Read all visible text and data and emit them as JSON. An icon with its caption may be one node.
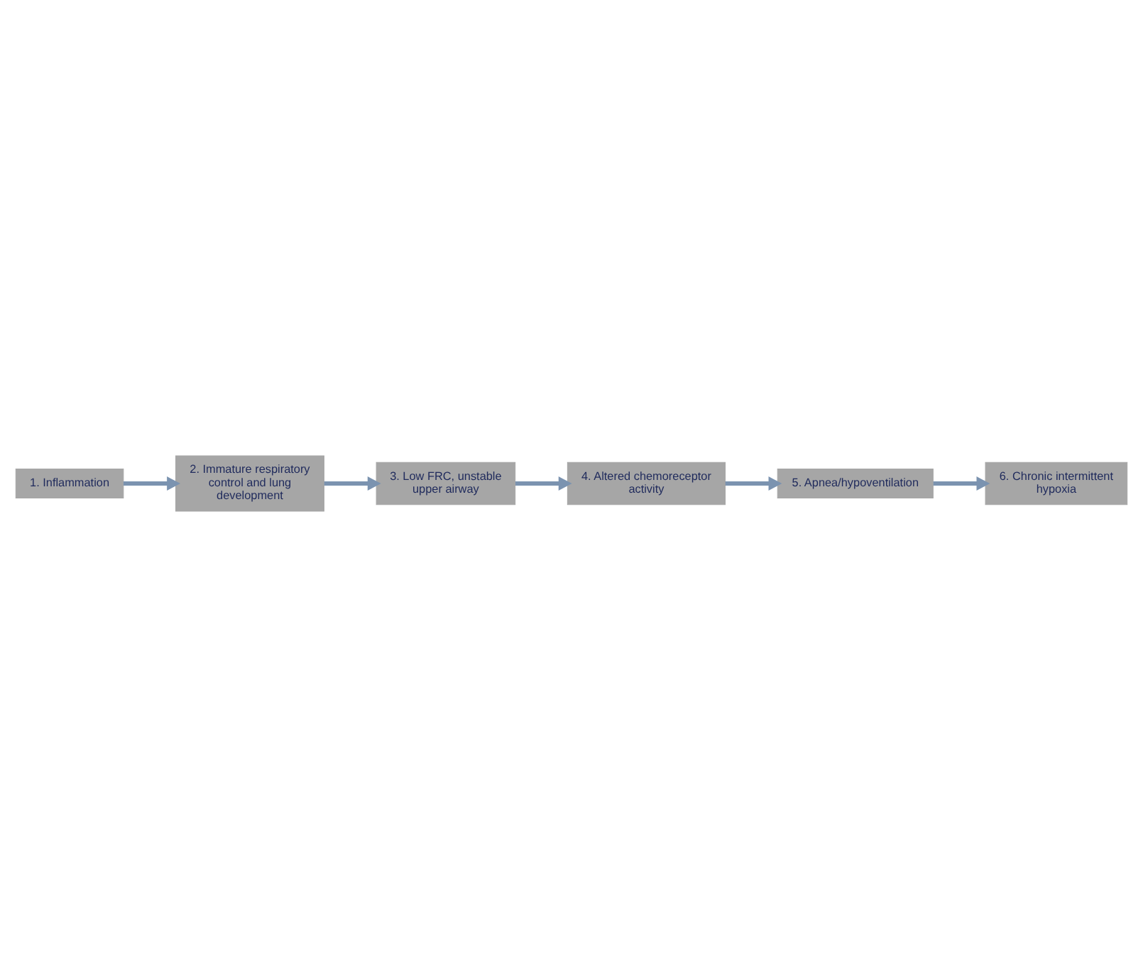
{
  "diagram": {
    "nodes": [
      {
        "text": [
          "1. Inflammation"
        ]
      },
      {
        "text": [
          "2. Immature respiratory control and lung development"
        ]
      },
      {
        "text": [
          "3. Low FRC, unstable upper airway"
        ]
      },
      {
        "text": [
          "4. Altered chemoreceptor activity"
        ]
      },
      {
        "text": [
          "5. Apnea/hypoventilation"
        ]
      },
      {
        "text": [
          "6. Chronic intermittent hypoxia"
        ]
      }
    ],
    "edges": [
      {
        "from": 0,
        "to": 1,
        "arrow": "to"
      },
      {
        "from": 1,
        "to": 2,
        "arrow": "to"
      },
      {
        "from": 2,
        "to": 3,
        "arrow": "to"
      },
      {
        "from": 3,
        "to": 4,
        "arrow": "to"
      },
      {
        "from": 4,
        "to": 5,
        "arrow": "to"
      }
    ]
  }
}
